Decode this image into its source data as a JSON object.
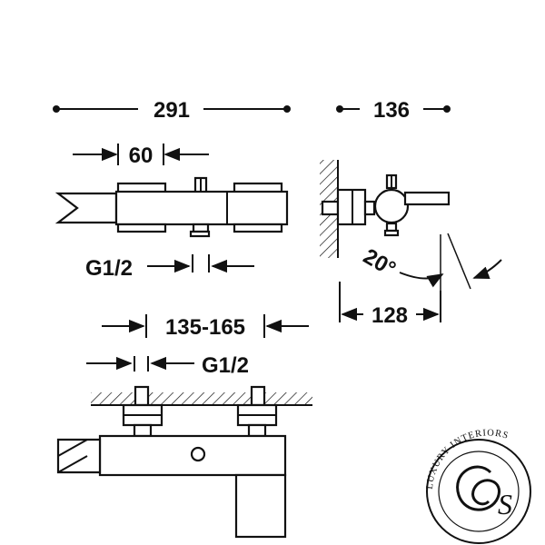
{
  "dimensions": {
    "overall_length": "291",
    "depth": "136",
    "control_spacing": "60",
    "top_connection": "G1/2",
    "spout_projection": "128",
    "spout_angle": "20°",
    "centers_range": "135-165",
    "wall_connection": "G1/2"
  },
  "logo": {
    "text": "LUXURY INTERIORS",
    "monogram": "S"
  }
}
